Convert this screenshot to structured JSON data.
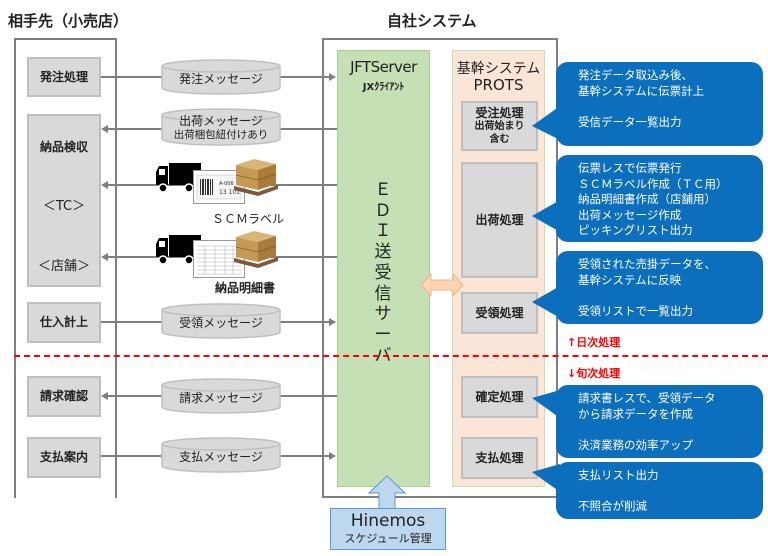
{
  "partner": {
    "title": "相手先（小売店）",
    "processes": {
      "order": "発注処理",
      "receiving": {
        "title": "納品検収",
        "tc": "＜TC＞",
        "store": "＜店舗＞"
      },
      "purchase": "仕入計上",
      "billing": "請求確認",
      "payment": "支払案内"
    }
  },
  "messages": {
    "order": "発注メッセージ",
    "shipping": "出荷メッセージ",
    "shipping_sub": "出荷梱包紐付けあり",
    "receipt": "受領メッセージ",
    "billing": "請求メッセージ",
    "payment": "支払メッセージ"
  },
  "documents": {
    "scm_label": "ＳＣＭラベル",
    "delivery_slip": "納品明細書"
  },
  "company": {
    "title": "自社システム",
    "edi": {
      "name": "JFTServer",
      "client": "JXｸﾗｲｱﾝﾄ",
      "vertical_chars": [
        "Ｅ",
        "Ｄ",
        "Ｉ",
        "送",
        "受",
        "信",
        "サ",
        "ー",
        "バ"
      ]
    },
    "core": {
      "title": "基幹システム",
      "name": "PROTS",
      "processes": {
        "order_receipt": {
          "title": "受注処理",
          "sub1": "出荷始まり",
          "sub2": "含む"
        },
        "shipping": "出荷処理",
        "receipt": "受領処理",
        "confirm": "確定処理",
        "payment": "支払処理"
      }
    }
  },
  "scheduler": {
    "name": "Hinemos",
    "sub": "スケジュール管理"
  },
  "divider": {
    "daily": "↑日次処理",
    "periodic": "↓旬次処理"
  },
  "callouts": [
    {
      "text": "発注データ取込み後、\n基幹システムに伝票計上\n\n受信データ一覧出力"
    },
    {
      "text": "伝票レスで伝票発行\nＳＣＭラベル作成（ＴＣ用）\n納品明細書作成（店舗用）\n出荷メッセージ作成\nピッキングリスト出力"
    },
    {
      "text": "受領された売掛データを、\n基幹システムに反映\n\n受領リストで一覧出力"
    },
    {
      "text": "請求書レスで、受領データ\nから請求データを作成\n\n決済業務の効率アップ"
    },
    {
      "text": "支払リスト出力\n\n不照合が削減"
    }
  ],
  "colors": {
    "callout": "#0c6fbe",
    "edi_green": "#c5e0b4",
    "core_peach": "#fbe5d6",
    "divider_red": "#ff0000",
    "hinemos_blue": "#bdd7ee"
  }
}
